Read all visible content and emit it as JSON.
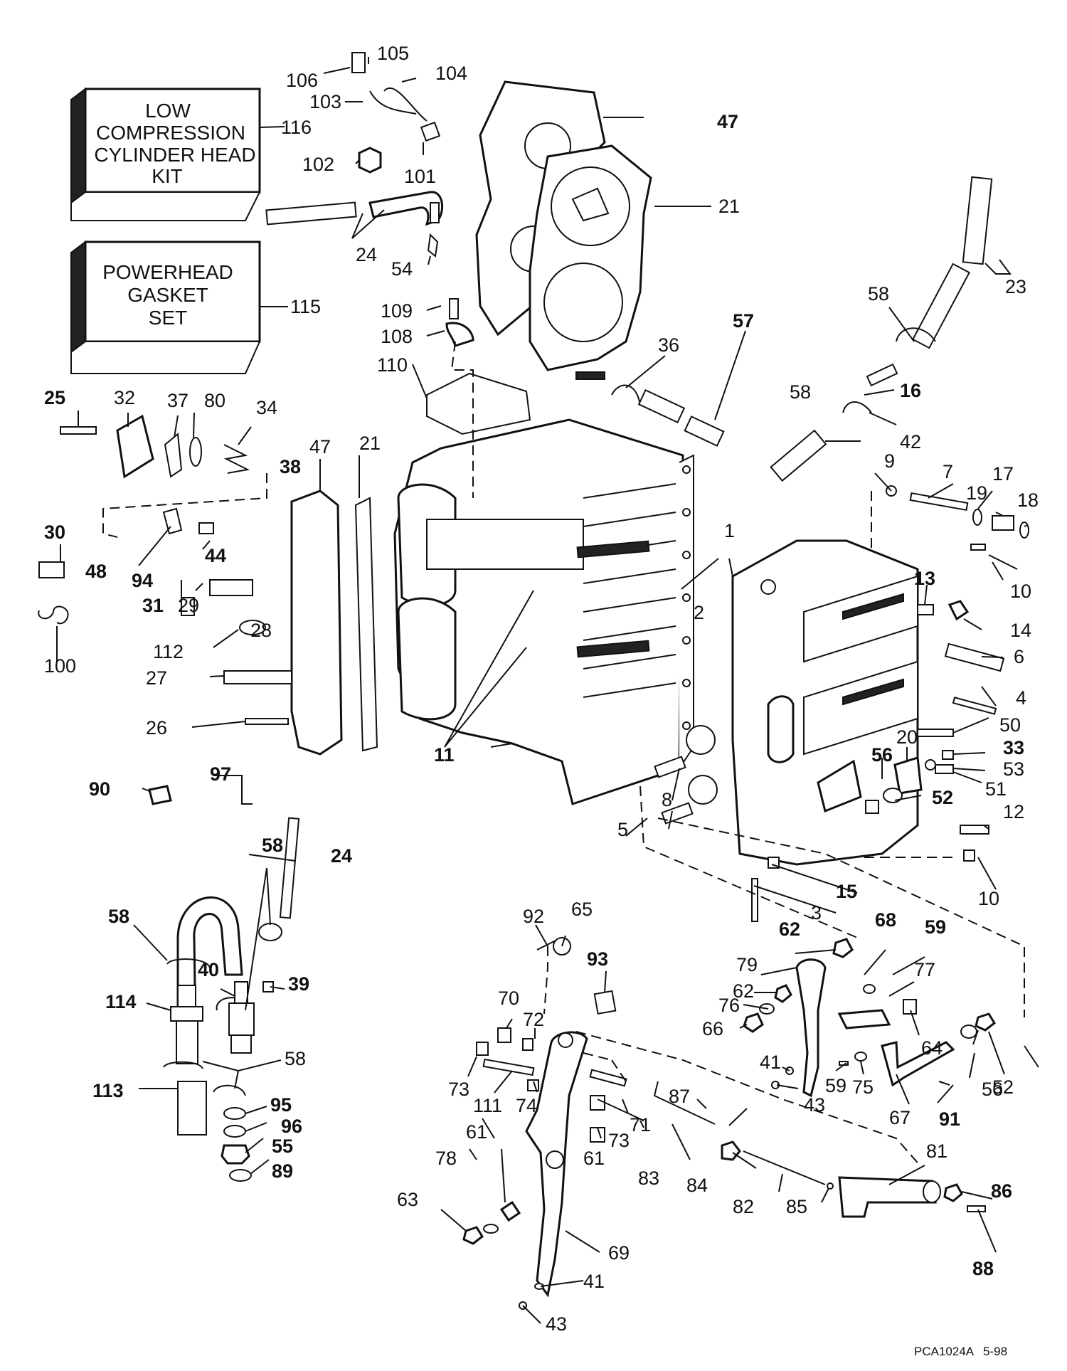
{
  "kits": {
    "low_compression": [
      "LOW",
      "COMPRESSION",
      "CYLINDER HEAD",
      "KIT"
    ],
    "gasket_set": [
      "POWERHEAD",
      "GASKET",
      "SET"
    ]
  },
  "callouts": [
    {
      "id": "c106",
      "text": "106",
      "bold": false
    },
    {
      "id": "c105",
      "text": "105",
      "bold": false
    },
    {
      "id": "c104",
      "text": "104",
      "bold": false
    },
    {
      "id": "c103",
      "text": "103",
      "bold": false
    },
    {
      "id": "c116",
      "text": "116",
      "bold": false
    },
    {
      "id": "c47a",
      "text": "47",
      "bold": true
    },
    {
      "id": "c102",
      "text": "102",
      "bold": false
    },
    {
      "id": "c101",
      "text": "101",
      "bold": false
    },
    {
      "id": "c21a",
      "text": "21",
      "bold": false
    },
    {
      "id": "c24a",
      "text": "24",
      "bold": false
    },
    {
      "id": "c54",
      "text": "54",
      "bold": false
    },
    {
      "id": "c23",
      "text": "23",
      "bold": false
    },
    {
      "id": "c115",
      "text": "115",
      "bold": false
    },
    {
      "id": "c109",
      "text": "109",
      "bold": false
    },
    {
      "id": "c58a",
      "text": "58",
      "bold": false
    },
    {
      "id": "c108",
      "text": "108",
      "bold": false
    },
    {
      "id": "c57",
      "text": "57",
      "bold": true
    },
    {
      "id": "c110",
      "text": "110",
      "bold": false
    },
    {
      "id": "c36",
      "text": "36",
      "bold": false
    },
    {
      "id": "c16",
      "text": "16",
      "bold": true
    },
    {
      "id": "c58b",
      "text": "58",
      "bold": false
    },
    {
      "id": "c25",
      "text": "25",
      "bold": true
    },
    {
      "id": "c32",
      "text": "32",
      "bold": false
    },
    {
      "id": "c37",
      "text": "37",
      "bold": false
    },
    {
      "id": "c80",
      "text": "80",
      "bold": false
    },
    {
      "id": "c34",
      "text": "34",
      "bold": false
    },
    {
      "id": "c42",
      "text": "42",
      "bold": false
    },
    {
      "id": "c47b",
      "text": "47",
      "bold": false
    },
    {
      "id": "c21b",
      "text": "21",
      "bold": false
    },
    {
      "id": "c38",
      "text": "38",
      "bold": true
    },
    {
      "id": "c9",
      "text": "9",
      "bold": false
    },
    {
      "id": "c7",
      "text": "7",
      "bold": false
    },
    {
      "id": "c17",
      "text": "17",
      "bold": false
    },
    {
      "id": "c19",
      "text": "19",
      "bold": false
    },
    {
      "id": "c18",
      "text": "18",
      "bold": false
    },
    {
      "id": "c30",
      "text": "30",
      "bold": true
    },
    {
      "id": "c44",
      "text": "44",
      "bold": true
    },
    {
      "id": "c48",
      "text": "48",
      "bold": true
    },
    {
      "id": "c94",
      "text": "94",
      "bold": true
    },
    {
      "id": "c1",
      "text": "1",
      "bold": false
    },
    {
      "id": "c10a",
      "text": "10",
      "bold": false
    },
    {
      "id": "c31",
      "text": "31",
      "bold": true
    },
    {
      "id": "c29",
      "text": "29",
      "bold": false
    },
    {
      "id": "c13",
      "text": "13",
      "bold": true
    },
    {
      "id": "c28",
      "text": "28",
      "bold": false
    },
    {
      "id": "c14",
      "text": "14",
      "bold": false
    },
    {
      "id": "c100",
      "text": "100",
      "bold": false
    },
    {
      "id": "c112",
      "text": "112",
      "bold": false
    },
    {
      "id": "c2",
      "text": "2",
      "bold": false
    },
    {
      "id": "c6",
      "text": "6",
      "bold": false
    },
    {
      "id": "c27",
      "text": "27",
      "bold": false
    },
    {
      "id": "c4",
      "text": "4",
      "bold": false
    },
    {
      "id": "c50",
      "text": "50",
      "bold": false
    },
    {
      "id": "c26",
      "text": "26",
      "bold": false
    },
    {
      "id": "c20",
      "text": "20",
      "bold": false
    },
    {
      "id": "c33",
      "text": "33",
      "bold": true
    },
    {
      "id": "c56a",
      "text": "56",
      "bold": true
    },
    {
      "id": "c53",
      "text": "53",
      "bold": false
    },
    {
      "id": "c11",
      "text": "11",
      "bold": true
    },
    {
      "id": "c51",
      "text": "51",
      "bold": false
    },
    {
      "id": "c97",
      "text": "97",
      "bold": true
    },
    {
      "id": "c90",
      "text": "90",
      "bold": true
    },
    {
      "id": "c8",
      "text": "8",
      "bold": false
    },
    {
      "id": "c52a",
      "text": "52",
      "bold": true
    },
    {
      "id": "c5",
      "text": "5",
      "bold": false
    },
    {
      "id": "c12",
      "text": "12",
      "bold": false
    },
    {
      "id": "c58c",
      "text": "58",
      "bold": true
    },
    {
      "id": "c24b",
      "text": "24",
      "bold": true
    },
    {
      "id": "c10b",
      "text": "10",
      "bold": false
    },
    {
      "id": "c15",
      "text": "15",
      "bold": true
    },
    {
      "id": "c3",
      "text": "3",
      "bold": false
    },
    {
      "id": "c58d",
      "text": "58",
      "bold": true
    },
    {
      "id": "c92",
      "text": "92",
      "bold": false
    },
    {
      "id": "c65",
      "text": "65",
      "bold": false
    },
    {
      "id": "c68",
      "text": "68",
      "bold": true
    },
    {
      "id": "c62a",
      "text": "62",
      "bold": true
    },
    {
      "id": "c59a",
      "text": "59",
      "bold": true
    },
    {
      "id": "c93",
      "text": "93",
      "bold": true
    },
    {
      "id": "c79",
      "text": "79",
      "bold": false
    },
    {
      "id": "c40",
      "text": "40",
      "bold": true
    },
    {
      "id": "c39",
      "text": "39",
      "bold": true
    },
    {
      "id": "c77",
      "text": "77",
      "bold": false
    },
    {
      "id": "c62b",
      "text": "62",
      "bold": false
    },
    {
      "id": "c114",
      "text": "114",
      "bold": true
    },
    {
      "id": "c70",
      "text": "70",
      "bold": false
    },
    {
      "id": "c72",
      "text": "72",
      "bold": false
    },
    {
      "id": "c76",
      "text": "76",
      "bold": false
    },
    {
      "id": "c66",
      "text": "66",
      "bold": false
    },
    {
      "id": "c64",
      "text": "64",
      "bold": false
    },
    {
      "id": "c58e",
      "text": "58",
      "bold": false
    },
    {
      "id": "c41a",
      "text": "41",
      "bold": false
    },
    {
      "id": "c52b",
      "text": "52",
      "bold": false
    },
    {
      "id": "c73a",
      "text": "73",
      "bold": false
    },
    {
      "id": "c113",
      "text": "113",
      "bold": true
    },
    {
      "id": "c111",
      "text": "111",
      "bold": false
    },
    {
      "id": "c74",
      "text": "74",
      "bold": false
    },
    {
      "id": "c59b",
      "text": "59",
      "bold": false
    },
    {
      "id": "c75",
      "text": "75",
      "bold": false
    },
    {
      "id": "c56b",
      "text": "56",
      "bold": false
    },
    {
      "id": "c43a",
      "text": "43",
      "bold": false
    },
    {
      "id": "c95",
      "text": "95",
      "bold": true
    },
    {
      "id": "c96",
      "text": "96",
      "bold": true
    },
    {
      "id": "c87",
      "text": "87",
      "bold": false
    },
    {
      "id": "c67",
      "text": "67",
      "bold": false
    },
    {
      "id": "c91",
      "text": "91",
      "bold": true
    },
    {
      "id": "c71",
      "text": "71",
      "bold": false
    },
    {
      "id": "c55",
      "text": "55",
      "bold": true
    },
    {
      "id": "c89",
      "text": "89",
      "bold": true
    },
    {
      "id": "c61a",
      "text": "61",
      "bold": false
    },
    {
      "id": "c73b",
      "text": "73",
      "bold": false
    },
    {
      "id": "c78",
      "text": "78",
      "bold": false
    },
    {
      "id": "c61b",
      "text": "61",
      "bold": false
    },
    {
      "id": "c83",
      "text": "83",
      "bold": false
    },
    {
      "id": "c84",
      "text": "84",
      "bold": false
    },
    {
      "id": "c81",
      "text": "81",
      "bold": false
    },
    {
      "id": "c63",
      "text": "63",
      "bold": false
    },
    {
      "id": "c82",
      "text": "82",
      "bold": false
    },
    {
      "id": "c85",
      "text": "85",
      "bold": false
    },
    {
      "id": "c86",
      "text": "86",
      "bold": true
    },
    {
      "id": "c69",
      "text": "69",
      "bold": false
    },
    {
      "id": "c41b",
      "text": "41",
      "bold": false
    },
    {
      "id": "c88",
      "text": "88",
      "bold": true
    },
    {
      "id": "c43b",
      "text": "43",
      "bold": false
    }
  ],
  "footer": {
    "code": "PCA1024A",
    "date": "5-98"
  }
}
